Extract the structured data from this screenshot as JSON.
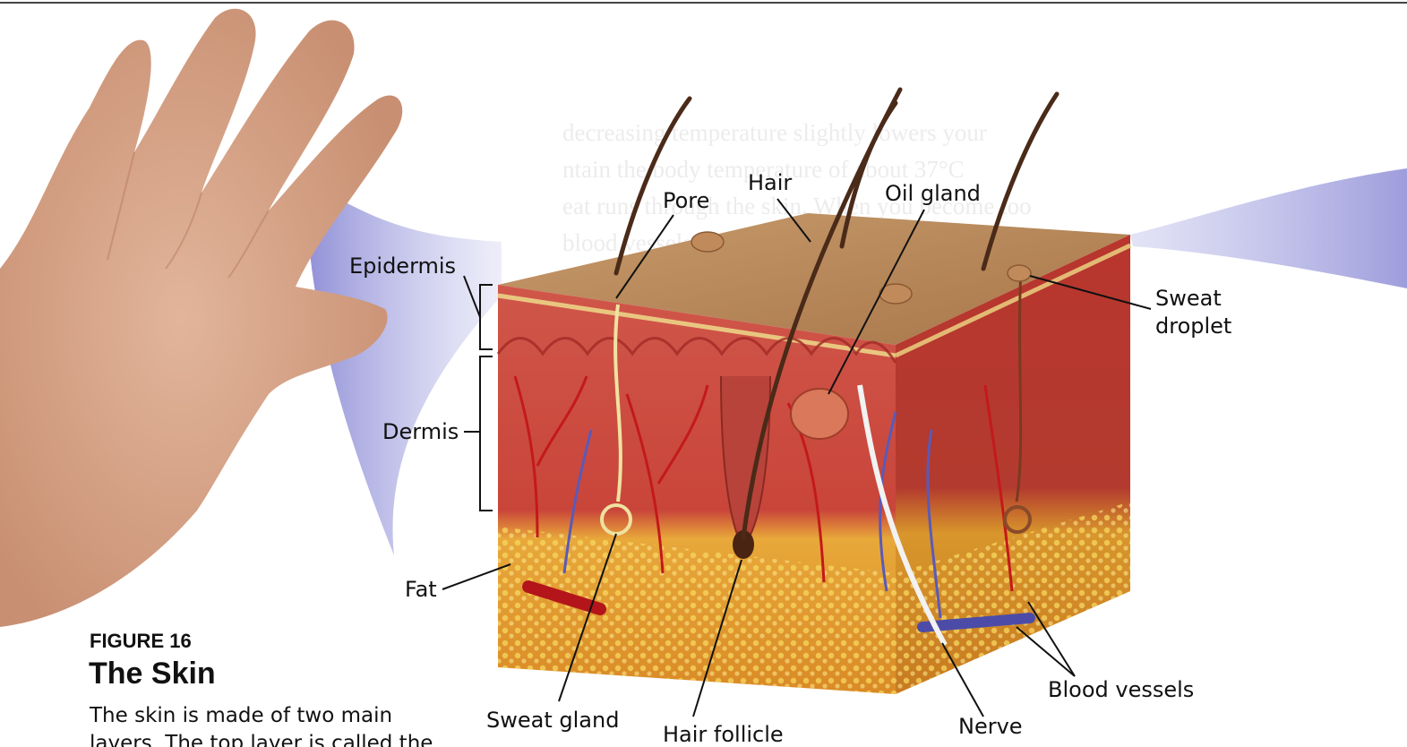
{
  "figure": {
    "number": "FIGURE 16",
    "title": "The Skin",
    "caption_text": "The skin is made of two main layers. The top layer is called the"
  },
  "labels": {
    "pore": "Pore",
    "hair": "Hair",
    "oil_gland": "Oil gland",
    "epidermis": "Epidermis",
    "dermis": "Dermis",
    "fat": "Fat",
    "sweat_droplet": "Sweat\ndroplet",
    "sweat_gland": "Sweat gland",
    "hair_follicle": "Hair follicle",
    "nerve": "Nerve",
    "blood_vessels": "Blood vessels"
  },
  "colors": {
    "skin_surface": "#b8865a",
    "dermis_red": "#c23a32",
    "fat_yellow": "#e6a42a",
    "lens_purple": "#8f8ed6",
    "hand": "#d9a88c"
  }
}
